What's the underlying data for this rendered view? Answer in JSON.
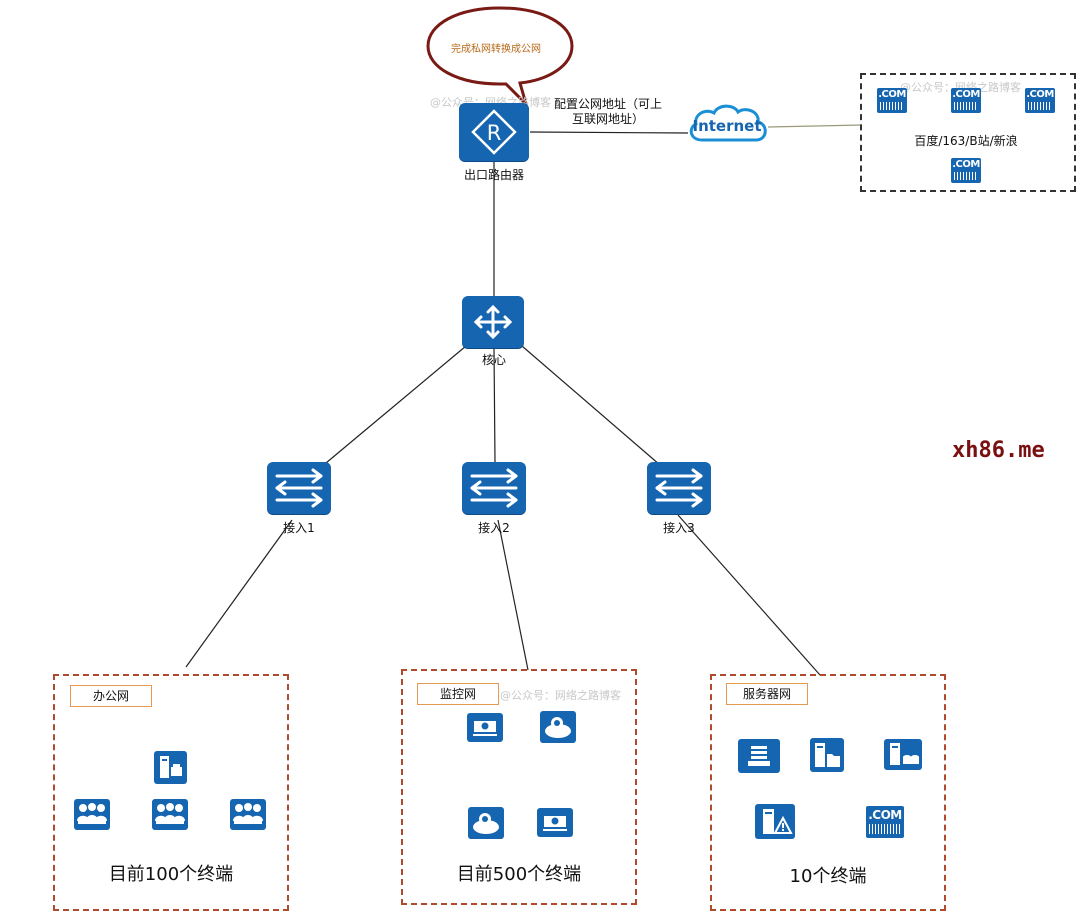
{
  "callout": {
    "text": "完成私网转换成公网"
  },
  "router": {
    "label": "出口路由器"
  },
  "public_ip_note": {
    "line1": "配置公网地址（可上",
    "line2": "互联网地址）"
  },
  "internet": {
    "label": "Internet"
  },
  "sites": {
    "label": "百度/163/B站/新浪",
    "icon_text": ".COM",
    "icons": [
      "com-server-icon",
      "com-server-icon",
      "com-server-icon",
      "com-server-icon"
    ]
  },
  "core": {
    "label": "核心"
  },
  "access": [
    {
      "label": "接入1"
    },
    {
      "label": "接入2"
    },
    {
      "label": "接入3"
    }
  ],
  "zones": [
    {
      "tag": "办公网",
      "count": "目前100个终端"
    },
    {
      "tag": "监控网",
      "count": "目前500个终端"
    },
    {
      "tag": "服务器网",
      "count": "10个终端"
    }
  ],
  "watermarks": {
    "top": "@公众号：网络之路博客",
    "right": "@公众号：网络之路博客",
    "monitor": "@公众号：网络之路博客"
  },
  "brand": {
    "text": "xh86.me",
    "color": "#7a1010"
  },
  "colors": {
    "device": "#1565b0",
    "zone_border": "#b04a2c",
    "tag_border": "#e49a52"
  }
}
